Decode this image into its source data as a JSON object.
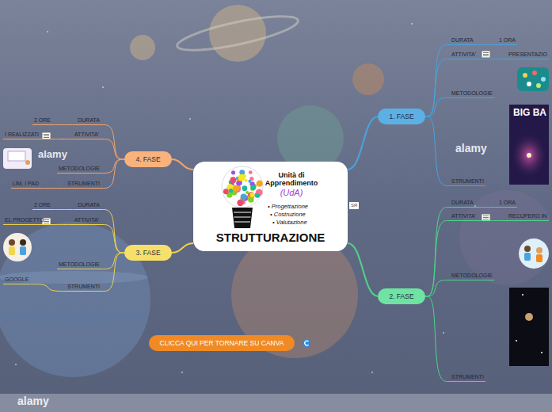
{
  "diagram": {
    "nodes": [
      {
        "text": [
          "Unità di Apprendimento",
          "(UdA)",
          "• Progettazione",
          "• Costruzione",
          "• Valutazione",
          "STRUTTURAZIONE"
        ]
      },
      {
        "text": [
          "1. FASE"
        ]
      },
      {
        "text": [
          "DURATA"
        ]
      },
      {
        "text": [
          "1 ORA"
        ]
      },
      {
        "text": [
          "ATTIVITA'"
        ]
      },
      {
        "text": [
          "PRESENTAZIO"
        ]
      },
      {
        "text": [
          "METODOLOGIE"
        ]
      },
      {
        "text": [
          "STRUMENTI"
        ]
      },
      {
        "text": [
          "2. FASE"
        ]
      },
      {
        "text": [
          "DURATA"
        ]
      },
      {
        "text": [
          "1 ORA"
        ]
      },
      {
        "text": [
          "ATTIVITA'"
        ]
      },
      {
        "text": [
          "RECUPERO IN"
        ]
      },
      {
        "text": [
          "METODOLOGIE"
        ]
      },
      {
        "text": [
          "STRUMENTI"
        ]
      },
      {
        "text": [
          "3. FASE"
        ]
      },
      {
        "text": [
          "DURATA"
        ]
      },
      {
        "text": [
          "2 ORE"
        ]
      },
      {
        "text": [
          "ATTIVITA'"
        ]
      },
      {
        "text": [
          "EL PROGETTO"
        ]
      },
      {
        "text": [
          "METODOLOGIE"
        ]
      },
      {
        "text": [
          "STRUMENTI"
        ]
      },
      {
        "text": [
          "GOOGLE"
        ]
      },
      {
        "text": [
          "4. FASE"
        ]
      },
      {
        "text": [
          "DURATA"
        ]
      },
      {
        "text": [
          "2 ORE"
        ]
      },
      {
        "text": [
          "ATTIVITA'"
        ]
      },
      {
        "text": [
          "I REALIZZATI"
        ]
      },
      {
        "text": [
          "METODOLOGIE"
        ]
      },
      {
        "text": [
          "STRUMENTI"
        ]
      },
      {
        "text": [
          "LIM, I PAD"
        ]
      },
      {
        "text": [
          "CLICCA QUI PER TORNARE SU CANVA"
        ]
      }
    ],
    "edges": [
      {
        "from": 0,
        "to": 1,
        "arrow": "none"
      },
      {
        "from": 0,
        "to": 8,
        "arrow": "none"
      },
      {
        "from": 0,
        "to": 15,
        "arrow": "none"
      },
      {
        "from": 0,
        "to": 23,
        "arrow": "none"
      },
      {
        "from": 1,
        "to": 2,
        "arrow": "none"
      },
      {
        "from": 2,
        "to": 3,
        "arrow": "none"
      },
      {
        "from": 1,
        "to": 4,
        "arrow": "none"
      },
      {
        "from": 4,
        "to": 5,
        "arrow": "none"
      },
      {
        "from": 1,
        "to": 6,
        "arrow": "none"
      },
      {
        "from": 1,
        "to": 7,
        "arrow": "none"
      },
      {
        "from": 8,
        "to": 9,
        "arrow": "none"
      },
      {
        "from": 9,
        "to": 10,
        "arrow": "none"
      },
      {
        "from": 8,
        "to": 11,
        "arrow": "none"
      },
      {
        "from": 11,
        "to": 12,
        "arrow": "none"
      },
      {
        "from": 8,
        "to": 13,
        "arrow": "none"
      },
      {
        "from": 8,
        "to": 14,
        "arrow": "none"
      },
      {
        "from": 15,
        "to": 16,
        "arrow": "none"
      },
      {
        "from": 16,
        "to": 17,
        "arrow": "none"
      },
      {
        "from": 15,
        "to": 18,
        "arrow": "none"
      },
      {
        "from": 18,
        "to": 19,
        "arrow": "none"
      },
      {
        "from": 15,
        "to": 20,
        "arrow": "none"
      },
      {
        "from": 15,
        "to": 21,
        "arrow": "none"
      },
      {
        "from": 21,
        "to": 22,
        "arrow": "none"
      },
      {
        "from": 23,
        "to": 24,
        "arrow": "none"
      },
      {
        "from": 24,
        "to": 25,
        "arrow": "none"
      },
      {
        "from": 23,
        "to": 26,
        "arrow": "none"
      },
      {
        "from": 26,
        "to": 27,
        "arrow": "none"
      },
      {
        "from": 23,
        "to": 28,
        "arrow": "none"
      },
      {
        "from": 23,
        "to": 29,
        "arrow": "none"
      },
      {
        "from": 29,
        "to": 30,
        "arrow": "none"
      }
    ],
    "labels": [
      "SR",
      "BIG BA",
      "alamy",
      "alamy",
      "alamy"
    ]
  }
}
